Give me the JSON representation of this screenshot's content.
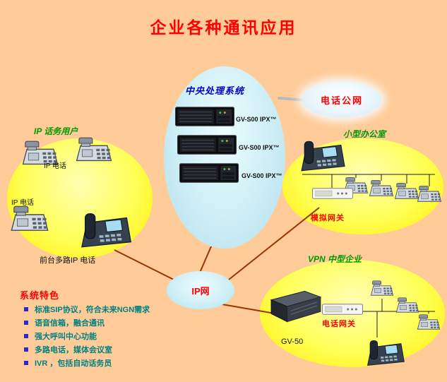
{
  "title": "企业各种通讯应用",
  "colors": {
    "background": "#FFCC99",
    "title_red": "#FF0000",
    "zone_yellow": "#FFFF44",
    "zone_blue": "#CDEEF6",
    "group_label_green": "#009900",
    "central_label_blue": "#0000CC",
    "device_label_red": "#FF0000",
    "feature_text_teal": "#008080",
    "bullet_blue": "#2929CC",
    "link_line": "#993300"
  },
  "central": {
    "label": "中央处理系统",
    "servers": [
      {
        "label": "GV-S00 IPX™"
      },
      {
        "label": "GV-S00 IPX™"
      },
      {
        "label": "GV-S00 IPX™"
      }
    ]
  },
  "pstn": {
    "label": "电话公网"
  },
  "ip_users": {
    "label": "IP 话务用户",
    "phone_label_top": "IP 电话",
    "phone_label_left": "IP 电话",
    "front_desk_label": "前台多路IP 电话"
  },
  "small_office": {
    "label": "小型办公室",
    "gateway_label": "模拟网关"
  },
  "ip_network": {
    "label": "IP网"
  },
  "vpn_office": {
    "label": "VPN 中型企业",
    "device_label": "GV-50",
    "gateway_label": "电话网关"
  },
  "features": {
    "heading": "系统特色",
    "items": [
      "标准SIP协议，符合未来NGN需求",
      "语音信箱，融合通讯",
      "强大呼叫中心功能",
      "多路电话，媒体会议室",
      "IVR ，包括自动话务员"
    ]
  }
}
